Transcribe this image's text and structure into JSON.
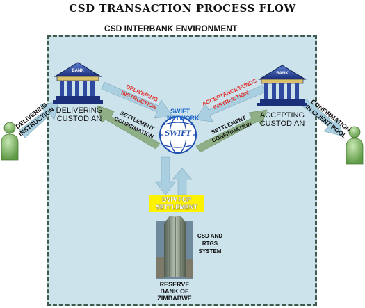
{
  "title": "CSD TRANSACTION PROCESS FLOW",
  "environment_label": "CSD INTERBANK ENVIRONMENT",
  "nodes": {
    "delivering_bank_sign": "BANK",
    "delivering_custodian": "DELIVERING CUSTODIAN",
    "accepting_bank_sign": "BANK",
    "accepting_custodian": "ACCEPTING CUSTODIAN",
    "swift_network": "SWIFT NETWORK",
    "swift_logo": "SWIFT",
    "settlement": "DVP/ FOP SETTLEMENT",
    "csd_rtgs": "CSD AND RTGS SYSTEM",
    "reserve_bank": "RESERVE BANK OF ZIMBABWE"
  },
  "arrows": {
    "delivering_instruction_left": "DELIVERING INSTRUCTION",
    "delivering_instruction_top": "DELIVERING INSTRUCTION",
    "settlement_confirmation_left": "SETTLEMENT CONFIRMATION",
    "acceptance_funds_instruction": "ACCEPTANCE/FUNDS INSTRUCTION",
    "settlement_confirmation_right": "SETTLEMENT CONFIRMATION",
    "confirmation_in_client_pool": "CONFIRMATION IN CLIENT POOL"
  },
  "colors": {
    "environment_fill": "#cde3ec",
    "environment_border": "#3f5a4f",
    "arrow_blue": "#a9cfe0",
    "arrow_green": "#8fb086",
    "red_text": "#e0302c",
    "blue_text": "#1f67c8",
    "settlement_fill": "#fff200",
    "person_green": "#86c26a"
  }
}
